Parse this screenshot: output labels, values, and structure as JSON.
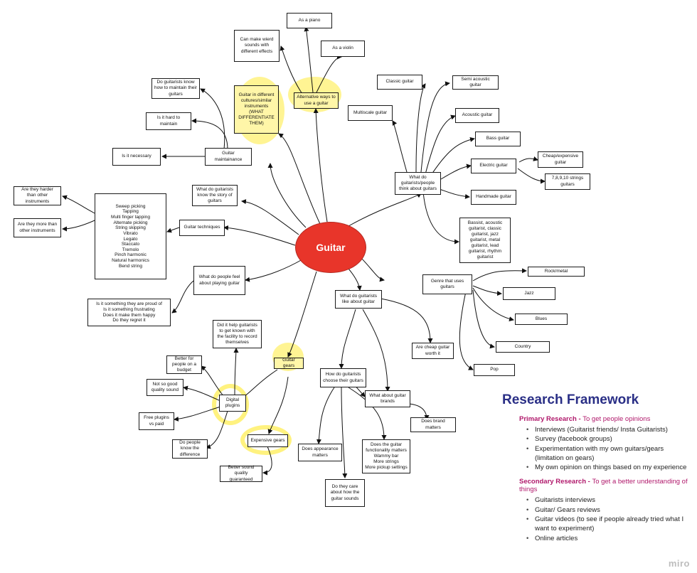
{
  "center": "Guitar",
  "nodes": {
    "piano": "As a piano",
    "violin": "As a violin",
    "effects": "Can make wierd sounds with different effects",
    "alternative": "Alternative ways to use a guitar",
    "cultures": "Guitar in different cultures/similar instruments (WHAT DIFFERENTIATE THEM)",
    "maintain_know": "Do guitarists know how to maintain their guitars",
    "hard_maintain": "Is it hard to maintain",
    "necessary": "Is it necessary",
    "maintenance": "Guitar maintainance",
    "classic": "Classic guitar",
    "semi": "Semi acoustic guitar",
    "multiscale": "Multiscale guitar",
    "acoustic": "Acoustic guitar",
    "bass": "Bass guitar",
    "electric": "Electric guitar",
    "cheap_exp": "Cheap/expensive guitar",
    "strings": "7,8,9,10 strings guitars",
    "think": "What do guitarists/people think about guitars",
    "handmade": "Handmade guitar",
    "types": "Bassist, acoustic guitarist, classic guitarist, jazz guitarist, metal guitarist, lead guitarist, rhythm guitarist",
    "story": "What do guitarists know the story of guitars",
    "harder": "Are they harder than other instruments",
    "more": "Are they more than other instruments",
    "techniques_list": "Sweep picking\nTapping\nMulti finger tapping\nAlternate picking\nString skipping\nVibrato\nLegato\nStaccato\nTremolo\nPinch harmonic\nNatural harmonics\nBend string",
    "techniques": "Guitar techniques",
    "feel": "What do people feel about playing guitar",
    "proud": "Is it something they are proud of\nIs it something frustrating\nDoes it make them happy\nDo they regret it",
    "genre": "Genre that uses guitars",
    "rock": "Rock/metal",
    "jazz": "Jazz",
    "blues": "Blues",
    "country": "Country",
    "pop": "Pop",
    "like": "What do guitarists like about guitar",
    "cheap_worth": "Are cheap guitar worth it",
    "record": "Did it help guitarists to get known with the facility to record themselves",
    "budget": "Better for people on a budget",
    "not_good": "Not so good quality sound",
    "digital": "Digital plugins",
    "free": "Free plugins vs paid",
    "gears": "Guitar gears",
    "choose": "How do guitarists choose their guitars",
    "brands": "What about guitar brands",
    "brand_matters": "Does brand matters",
    "know_diff": "Do people know the difference",
    "expensive": "Expensive gears",
    "appearance": "Does appearance matters",
    "functionality": "Does the guitar functionality matters\nWammy bar\nMore strings\nMore pickup settings",
    "better_sound": "Better sound quality guaranteed",
    "care_sound": "Do they care about how the guitar sounds"
  },
  "framework": {
    "title": "Research Framework",
    "primary_label": "Primary Research - ",
    "primary_desc": "To get people opinions",
    "primary_items": [
      "Interviews (Guitarist friends/ Insta Guitarists)",
      "Survey (facebook groups)",
      "Experimentation with my own guitars/gears (limitation on gears)",
      "My own opinion on things based on my experience"
    ],
    "secondary_label": "Secondary Research - ",
    "secondary_desc": "To get a better understanding of things",
    "secondary_items": [
      "Guitarists interviews",
      "Guitar/ Gears reviews",
      "Guitar videos (to see if people already tried what I want to experiment)",
      "Online articles"
    ]
  },
  "watermark": "miro",
  "colors": {
    "center_fill": "#e8352a",
    "highlight": "#ffeb3b",
    "title": "#2a2f86",
    "research_label": "#b0186b"
  }
}
